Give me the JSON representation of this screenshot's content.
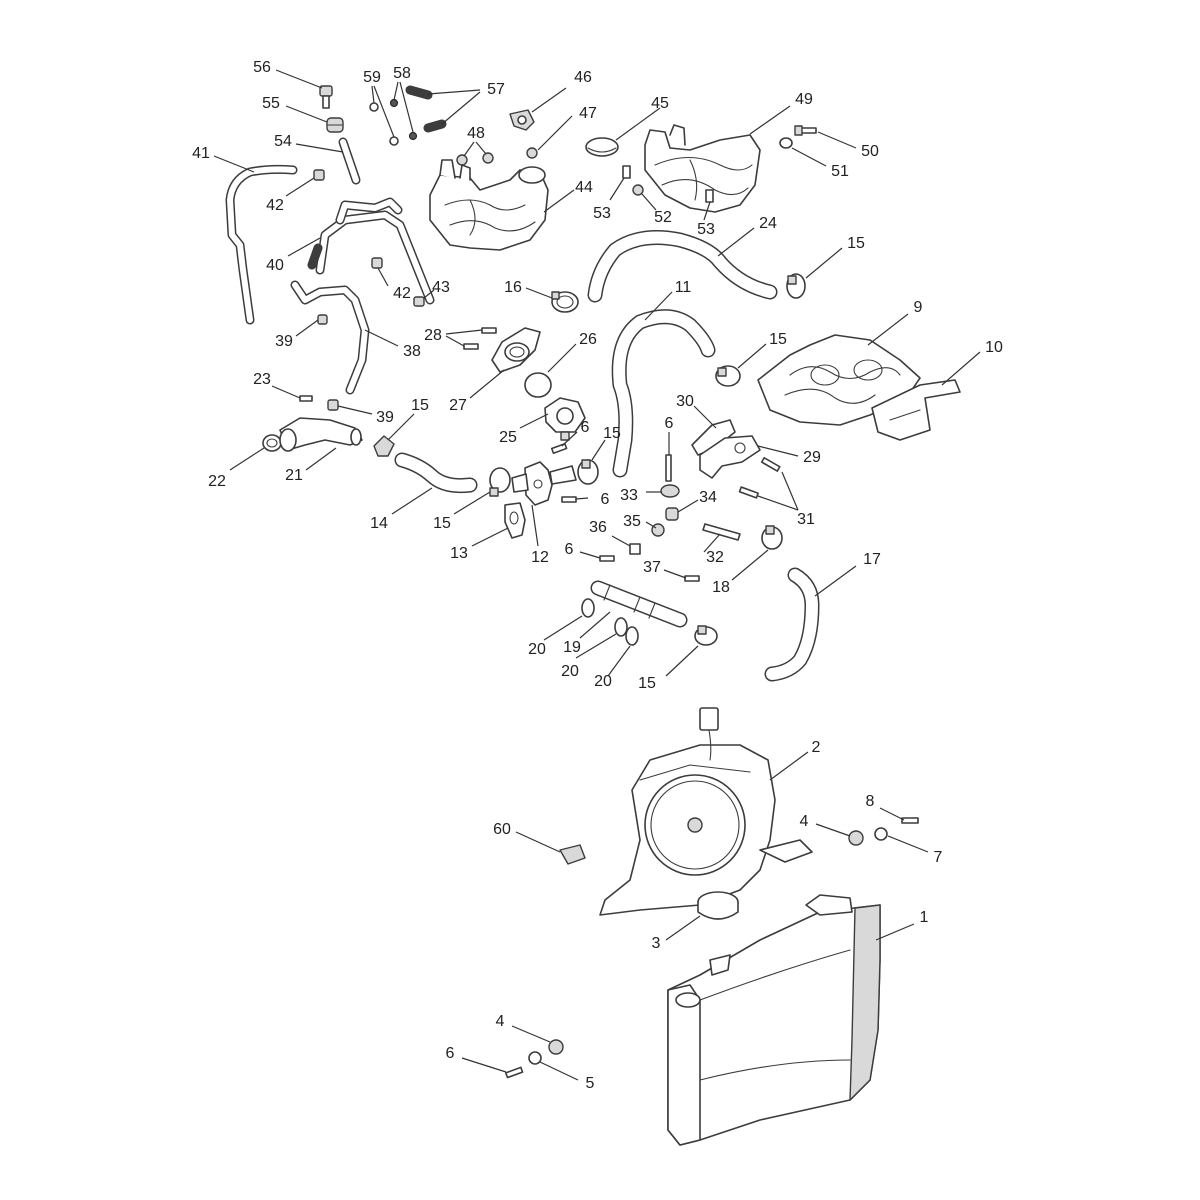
{
  "diagram": {
    "callouts": [
      {
        "id": "c1",
        "label": "1"
      },
      {
        "id": "c2",
        "label": "2"
      },
      {
        "id": "c3",
        "label": "3"
      },
      {
        "id": "c4a",
        "label": "4"
      },
      {
        "id": "c4b",
        "label": "4"
      },
      {
        "id": "c5",
        "label": "5"
      },
      {
        "id": "c6a",
        "label": "6"
      },
      {
        "id": "c6b",
        "label": "6"
      },
      {
        "id": "c6c",
        "label": "6"
      },
      {
        "id": "c6d",
        "label": "6"
      },
      {
        "id": "c6e",
        "label": "6"
      },
      {
        "id": "c7",
        "label": "7"
      },
      {
        "id": "c8",
        "label": "8"
      },
      {
        "id": "c9",
        "label": "9"
      },
      {
        "id": "c10",
        "label": "10"
      },
      {
        "id": "c11",
        "label": "11"
      },
      {
        "id": "c12",
        "label": "12"
      },
      {
        "id": "c13",
        "label": "13"
      },
      {
        "id": "c14",
        "label": "14"
      },
      {
        "id": "c15a",
        "label": "15"
      },
      {
        "id": "c15b",
        "label": "15"
      },
      {
        "id": "c15c",
        "label": "15"
      },
      {
        "id": "c15d",
        "label": "15"
      },
      {
        "id": "c15e",
        "label": "15"
      },
      {
        "id": "c15f",
        "label": "15"
      },
      {
        "id": "c16",
        "label": "16"
      },
      {
        "id": "c17",
        "label": "17"
      },
      {
        "id": "c18",
        "label": "18"
      },
      {
        "id": "c19",
        "label": "19"
      },
      {
        "id": "c20a",
        "label": "20"
      },
      {
        "id": "c20b",
        "label": "20"
      },
      {
        "id": "c20c",
        "label": "20"
      },
      {
        "id": "c21",
        "label": "21"
      },
      {
        "id": "c22",
        "label": "22"
      },
      {
        "id": "c23",
        "label": "23"
      },
      {
        "id": "c24",
        "label": "24"
      },
      {
        "id": "c25",
        "label": "25"
      },
      {
        "id": "c26",
        "label": "26"
      },
      {
        "id": "c27",
        "label": "27"
      },
      {
        "id": "c28",
        "label": "28"
      },
      {
        "id": "c29",
        "label": "29"
      },
      {
        "id": "c30",
        "label": "30"
      },
      {
        "id": "c31",
        "label": "31"
      },
      {
        "id": "c32",
        "label": "32"
      },
      {
        "id": "c33",
        "label": "33"
      },
      {
        "id": "c34",
        "label": "34"
      },
      {
        "id": "c35",
        "label": "35"
      },
      {
        "id": "c36",
        "label": "36"
      },
      {
        "id": "c37",
        "label": "37"
      },
      {
        "id": "c38",
        "label": "38"
      },
      {
        "id": "c39a",
        "label": "39"
      },
      {
        "id": "c39b",
        "label": "39"
      },
      {
        "id": "c40",
        "label": "40"
      },
      {
        "id": "c41",
        "label": "41"
      },
      {
        "id": "c42a",
        "label": "42"
      },
      {
        "id": "c42b",
        "label": "42"
      },
      {
        "id": "c43",
        "label": "43"
      },
      {
        "id": "c44",
        "label": "44"
      },
      {
        "id": "c45",
        "label": "45"
      },
      {
        "id": "c46",
        "label": "46"
      },
      {
        "id": "c47",
        "label": "47"
      },
      {
        "id": "c48",
        "label": "48"
      },
      {
        "id": "c49",
        "label": "49"
      },
      {
        "id": "c50",
        "label": "50"
      },
      {
        "id": "c51",
        "label": "51"
      },
      {
        "id": "c52",
        "label": "52"
      },
      {
        "id": "c53a",
        "label": "53"
      },
      {
        "id": "c53b",
        "label": "53"
      },
      {
        "id": "c54",
        "label": "54"
      },
      {
        "id": "c55",
        "label": "55"
      },
      {
        "id": "c56",
        "label": "56"
      },
      {
        "id": "c57",
        "label": "57"
      },
      {
        "id": "c58",
        "label": "58"
      },
      {
        "id": "c59",
        "label": "59"
      },
      {
        "id": "c60",
        "label": "60"
      }
    ]
  }
}
